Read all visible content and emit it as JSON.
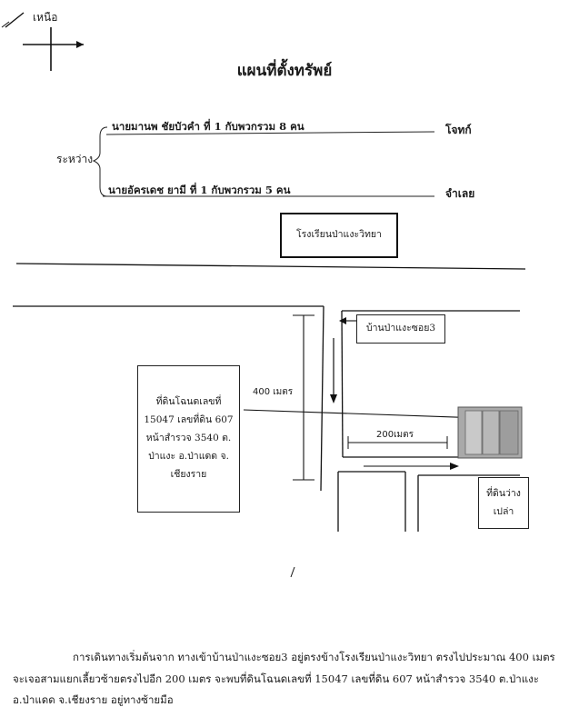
{
  "compass": {
    "label": "เหนือ",
    "icon": "north-arrow-icon"
  },
  "title": "แผนที่ตั้งทรัพย์",
  "parties": {
    "between_label": "ระหว่าง",
    "plaintiff": {
      "name": "นายมานพ ชัยบัวคำ ที่ 1 กับพวกรวม 8 คน",
      "role": "โจทก์"
    },
    "defendant": {
      "name": "นายอัครเดช ยามี ที่ 1 กับพวกรวม 5 คน",
      "role": "จำเลย"
    }
  },
  "map": {
    "school": "โรงเรียนป่าแงะวิทยา",
    "village": "บ้านป่าแงะซอย3",
    "distance_400": "400 เมตร",
    "distance_200": "200เมตร",
    "parcel_lines": [
      "ที่ดินโฉนดเลขที่",
      "15047 เลขที่ดิน 607",
      "หน้าสำรวจ 3540 ต.",
      "ป่าแงะ อ.ป่าแดด จ.",
      "เชียงราย"
    ],
    "vacant_lines": [
      "ที่ดินว่าง",
      "เปล่า"
    ]
  },
  "description": {
    "line1": "การเดินทางเริ่มต้นจาก ทางเข้าบ้านป่าแงะซอย3 อยู่ตรงข้างโรงเรียนป่าแงะวิทยา ตรงไปประมาณ 400 เมตร",
    "line2": "จะเจอสามแยกเลี้ยวซ้ายตรงไปอีก 200 เมตร จะพบที่ดินโฉนดเลขที่ 15047 เลขที่ดิน 607 หน้าสำรวจ 3540 ต.ป่าแงะ",
    "line3": "อ.ป่าแดด จ.เชียงราย อยู่ทางซ้ายมือ"
  }
}
